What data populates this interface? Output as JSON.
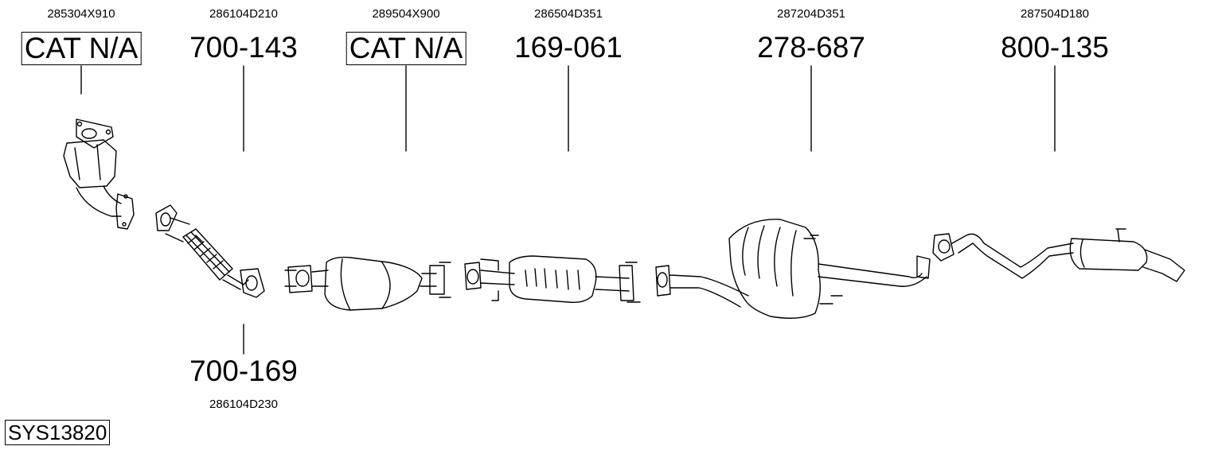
{
  "system_code": "SYS13820",
  "parts": [
    {
      "id": "front-catalyst",
      "oem": "285304X910",
      "number": "CAT N/A",
      "boxed": true
    },
    {
      "id": "flex-pipe-a",
      "oem": "286104D210",
      "number": "700-143",
      "boxed": false
    },
    {
      "id": "flex-pipe-b",
      "oem": "286104D230",
      "number": "700-169",
      "boxed": false
    },
    {
      "id": "main-catalyst",
      "oem": "289504X900",
      "number": "CAT N/A",
      "boxed": true
    },
    {
      "id": "front-silencer",
      "oem": "286504D351",
      "number": "169-061",
      "boxed": false
    },
    {
      "id": "middle-silencer",
      "oem": "287204D351",
      "number": "278-687",
      "boxed": false
    },
    {
      "id": "rear-silencer",
      "oem": "287504D180",
      "number": "800-135",
      "boxed": false
    }
  ]
}
